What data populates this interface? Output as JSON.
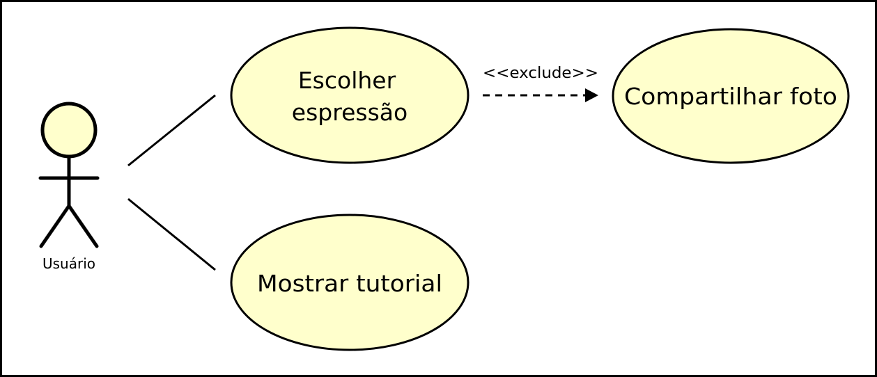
{
  "diagram": {
    "actor": {
      "label": "Usuário"
    },
    "use_cases": {
      "escolher": {
        "line1": "Escolher",
        "line2": "espressão"
      },
      "compartilhar": {
        "label": "Compartilhar foto"
      },
      "tutorial": {
        "label": "Mostrar tutorial"
      }
    },
    "dependency": {
      "stereotype": "<<exclude>>"
    }
  },
  "colors": {
    "use_case_fill": "#ffffcc",
    "stroke": "#000000",
    "background": "#ffffff"
  }
}
